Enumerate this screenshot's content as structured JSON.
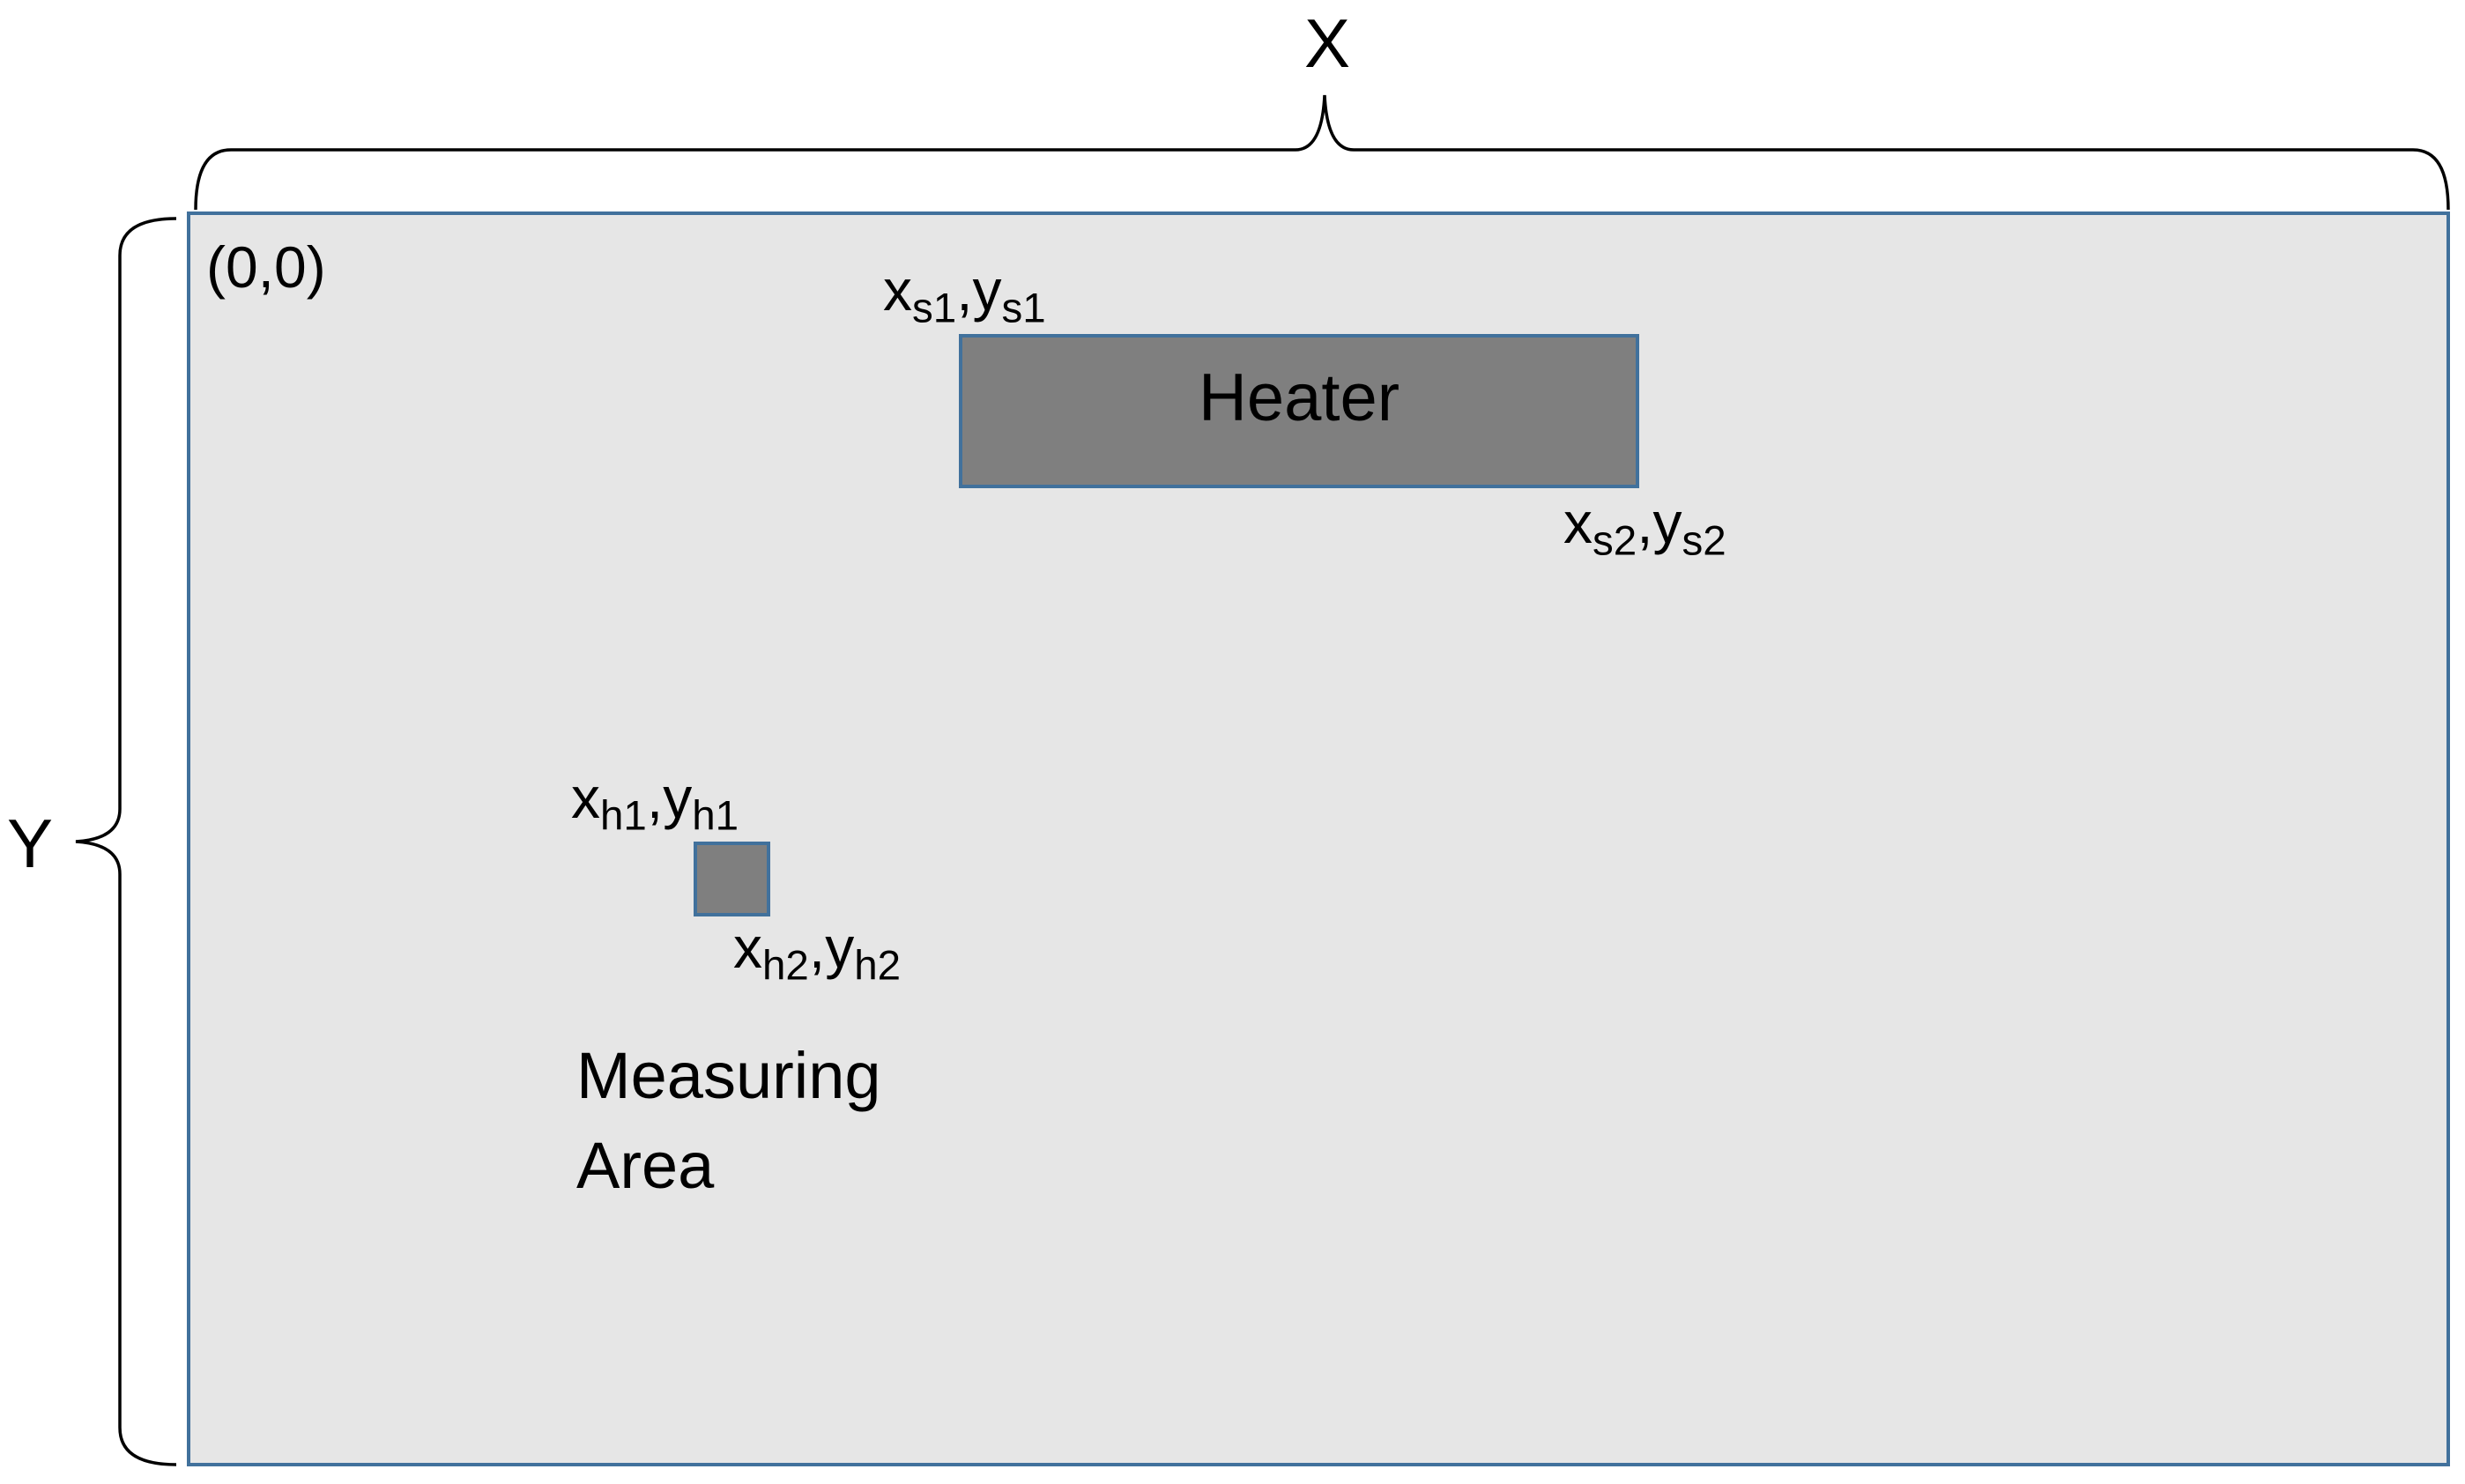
{
  "axes": {
    "x_label": "X",
    "y_label": "Y"
  },
  "origin_label": "(0,0)",
  "heater": {
    "label": "Heater",
    "corner1": {
      "x": "x",
      "x_sub": "s1",
      "sep": ",",
      "y": "y",
      "y_sub": "s1"
    },
    "corner2": {
      "x": "x",
      "x_sub": "s2",
      "sep": ",",
      "y": "y",
      "y_sub": "s2"
    }
  },
  "measuring_point": {
    "corner1": {
      "x": "x",
      "x_sub": "h1",
      "sep": ",",
      "y": "y",
      "y_sub": "h1"
    },
    "corner2": {
      "x": "x",
      "x_sub": "h2",
      "sep": ",",
      "y": "y",
      "y_sub": "h2"
    }
  },
  "measuring_area": {
    "line1": "Measuring",
    "line2": "Area"
  },
  "colors": {
    "area_fill": "#e6e6e6",
    "area_border": "#41719c",
    "block_fill": "#7f7f7f",
    "bracket": "#000000"
  }
}
